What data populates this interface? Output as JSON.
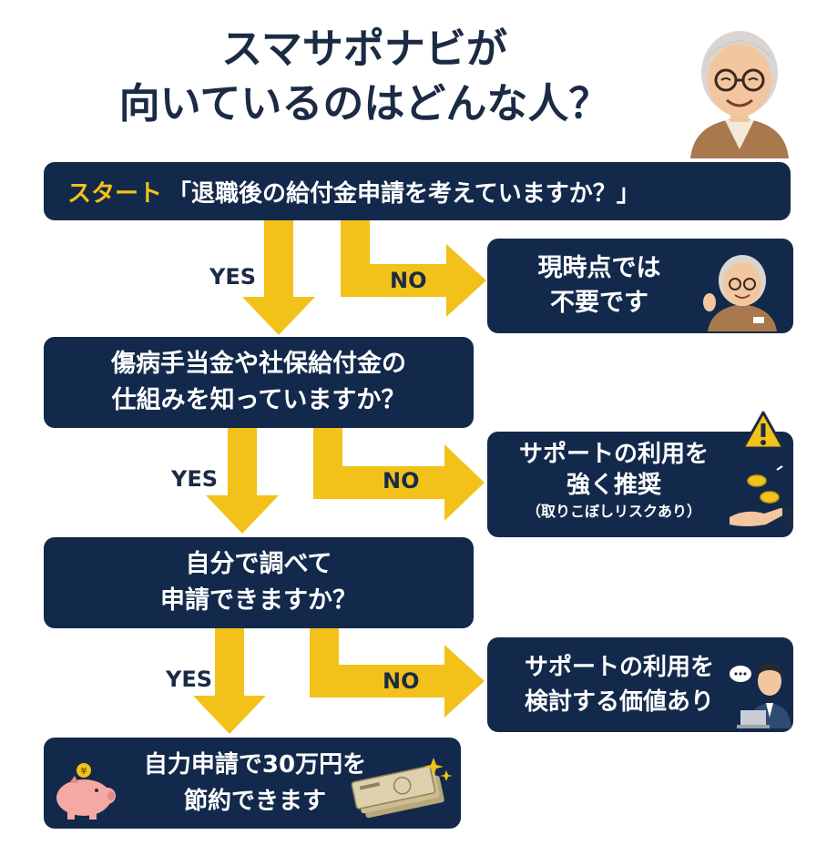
{
  "title": {
    "line1": "スマサポナビが",
    "line2": "向いているのはどんな人？"
  },
  "start": {
    "tag": "スタート",
    "question": "「退職後の給付金申請を考えていますか？」"
  },
  "questions": [
    {
      "line1": "傷病手当金や社保給付金の",
      "line2": "仕組みを知っていますか？"
    },
    {
      "line1": "自分で調べて",
      "line2": "申請できますか？"
    }
  ],
  "end": {
    "line1": "自力申請で30万円を",
    "line2": "節約できます"
  },
  "results": [
    {
      "line1": "現時点では",
      "line2": "不要です"
    },
    {
      "line1": "サポートの利用を",
      "line2": "強く推奨",
      "note": "（取りこぼしリスクあり）"
    },
    {
      "line1": "サポートの利用を",
      "line2": "検討する価値あり"
    }
  ],
  "labels": {
    "yes": "YES",
    "no": "NO"
  },
  "colors": {
    "navy": "#13294b",
    "yellow": "#f2c21b",
    "title": "#1b2b44"
  },
  "icons": [
    "elderly-man-icon",
    "waving-elderly-man-icon",
    "warning-icon",
    "coins-hand-icon",
    "office-worker-laptop-icon",
    "piggy-bank-icon",
    "banknotes-icon"
  ]
}
